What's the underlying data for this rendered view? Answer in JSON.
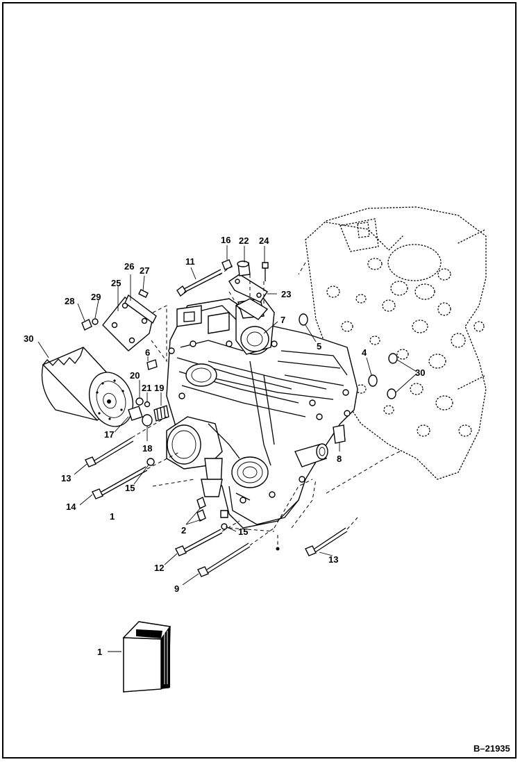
{
  "diagram": {
    "reference_code": "B–21935",
    "callouts": {
      "c1": "1",
      "c2": "2",
      "c4": "4",
      "c5": "5",
      "c6": "6",
      "c7": "7",
      "c8": "8",
      "c9": "9",
      "c11": "11",
      "c12": "12",
      "c13a": "13",
      "c13b": "13",
      "c14": "14",
      "c15a": "15",
      "c15b": "15",
      "c16a": "16",
      "c16b": "1",
      "c17": "17",
      "c18": "18",
      "c19": "19",
      "c20": "20",
      "c21": "21",
      "c22": "22",
      "c23": "23",
      "c24": "24",
      "c25": "25",
      "c26": "26",
      "c27": "27",
      "c28": "28",
      "c29": "29",
      "c30a": "30",
      "c30b": "30"
    }
  }
}
